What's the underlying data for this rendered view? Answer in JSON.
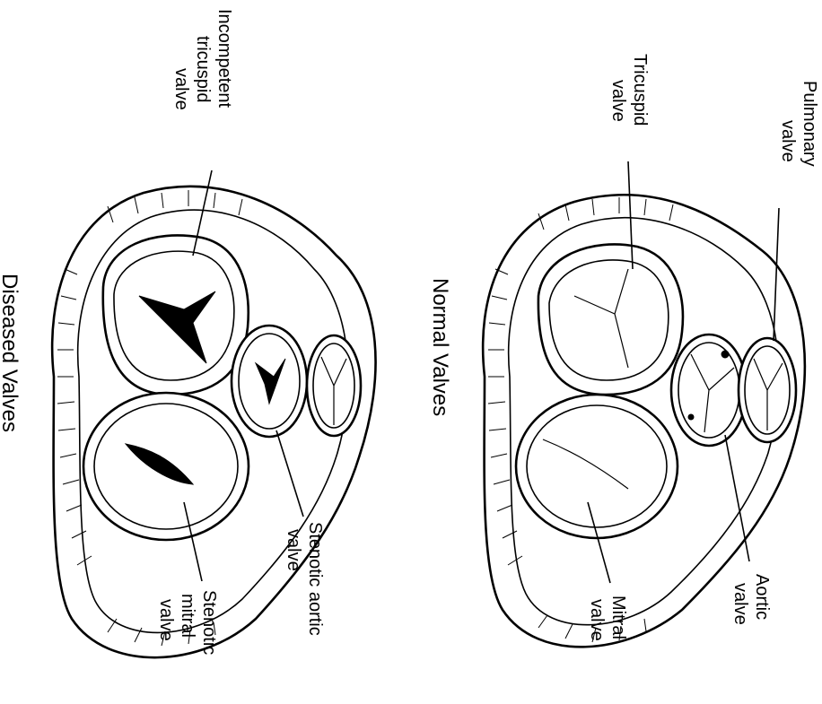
{
  "titles": {
    "normal": "Normal Valves",
    "diseased": "Diseased Valves"
  },
  "labels": {
    "pulmonary": [
      "Pulmonary",
      "valve"
    ],
    "tricuspid": [
      "Tricuspid",
      "valve"
    ],
    "aortic": [
      "Aortic",
      "valve"
    ],
    "mitral": [
      "Mitral",
      "valve"
    ],
    "incompetent_tricuspid": [
      "Incompetent",
      "tricuspid",
      "valve"
    ],
    "stenotic_aortic": [
      "Stenotic aortic",
      "valve"
    ],
    "stenotic_mitral": [
      "Stenotic",
      "mitral",
      "valve"
    ]
  }
}
